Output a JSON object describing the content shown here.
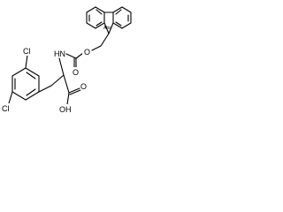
{
  "molecule": {
    "atom_labels": {
      "cl_top": "Cl",
      "cl_left": "Cl",
      "nh": "HN",
      "oh": "OH",
      "o_carbamate": "O",
      "o_ester": "O",
      "o_acid": "O",
      "stereo_tag": "Abs"
    }
  },
  "colors": {
    "bond": "#000000",
    "background": "#ffffff"
  }
}
